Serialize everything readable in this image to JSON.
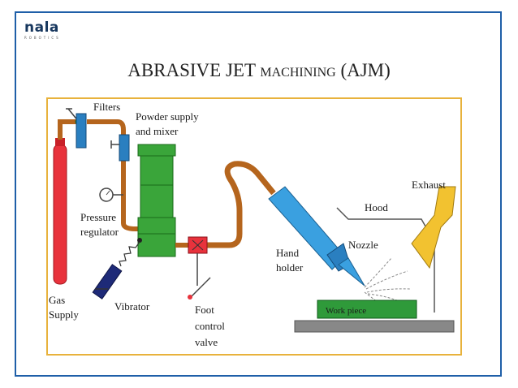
{
  "logo": {
    "text": "nala",
    "subtitle": "ROBOTICS"
  },
  "title": {
    "part1": "ABRASIVE JET ",
    "part2": "MACHINING",
    "part3": " (AJM)"
  },
  "labels": {
    "filters": "Filters",
    "powder_supply_1": "Powder supply",
    "powder_supply_2": "and mixer",
    "pressure_1": "Pressure",
    "pressure_2": "regulator",
    "gas_1": "Gas",
    "gas_2": "Supply",
    "vibrator": "Vibrator",
    "foot_1": "Foot",
    "foot_2": "control",
    "foot_3": "valve",
    "hand_1": "Hand",
    "hand_2": "holder",
    "nozzle": "Nozzle",
    "hood": "Hood",
    "exhaust": "Exhaust",
    "workpiece": "Work piece"
  },
  "colors": {
    "border": "#1f5fa8",
    "diagram_border": "#e8b23c",
    "hose": "#b5651d",
    "cylinder": "#e8323c",
    "mixer": "#3aa53a",
    "filter": "#2a7fc0",
    "nozzle": "#3aa0e0",
    "exhaust": "#f2c230",
    "workpiece": "#2f9a3a",
    "valve": "#e8323c",
    "vibrator": "#1e2a78"
  }
}
